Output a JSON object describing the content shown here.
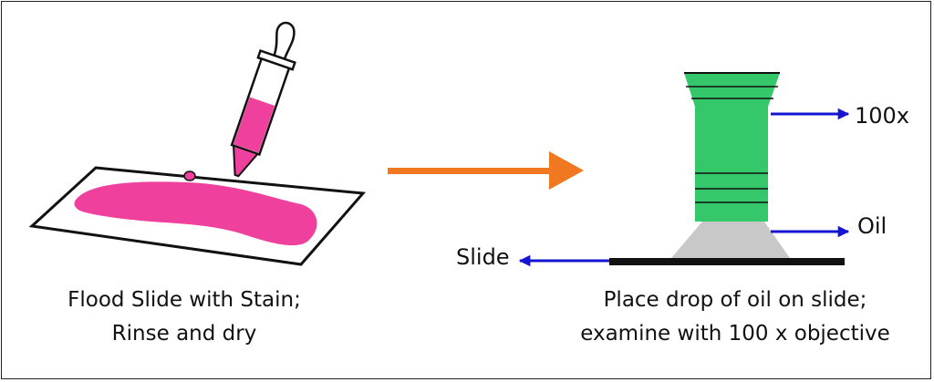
{
  "labels": {
    "mag": "100x",
    "oil": "Oil",
    "slide": "Slide"
  },
  "captions": {
    "left_line1": "Flood Slide with Stain;",
    "left_line2": "Rinse and dry",
    "right_line1": "Place drop of oil on slide;",
    "right_line2": "examine with 100 x objective"
  },
  "colors": {
    "stain": "#F0409D",
    "objective": "#35C86A",
    "oil_drop": "#C8C8C8",
    "process_arrow": "#F07820",
    "pointer_arrow": "#1414D2",
    "outline": "#111111"
  }
}
